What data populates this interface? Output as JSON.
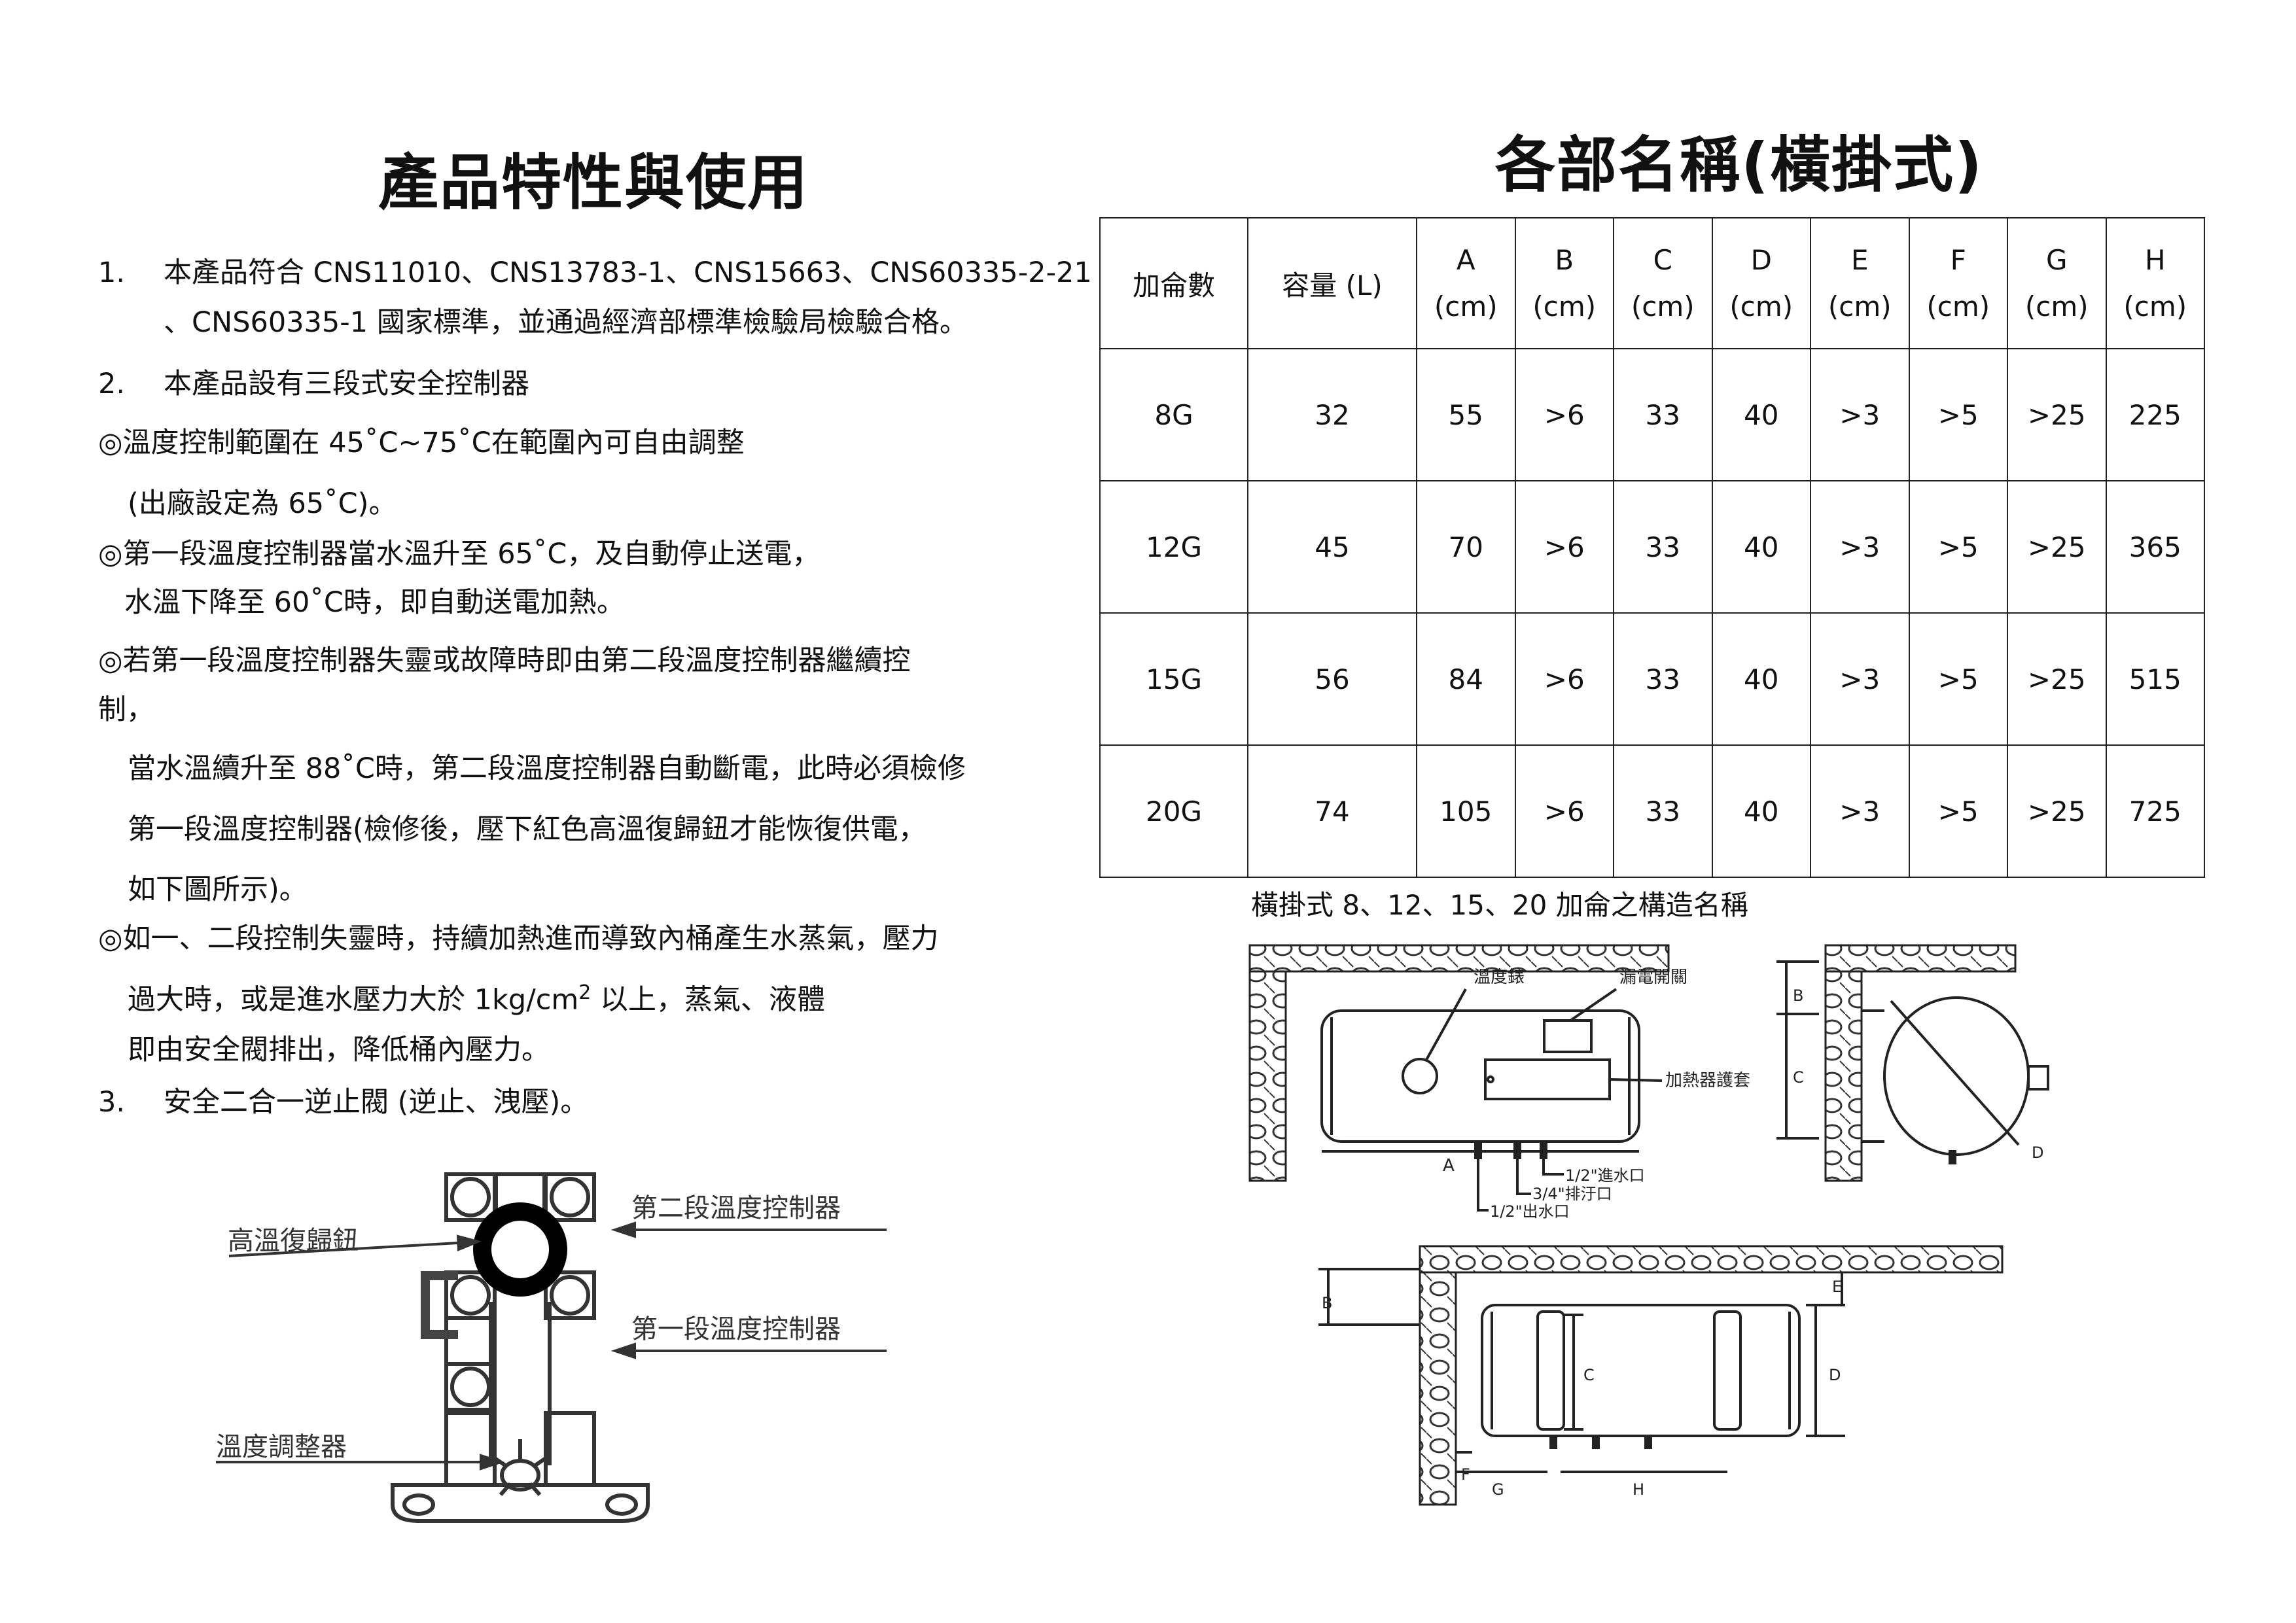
{
  "left": {
    "title": "產品特性與使用",
    "item1_num": "1.",
    "item1_line1": "本產品符合  CNS11010、CNS13783-1、CNS15663、CNS60335-2-21",
    "item1_line2": "、CNS60335-1  國家標準，並通過經濟部標準檢驗局檢驗合格。",
    "item2_num": "2.",
    "item2_line1": "本產品設有三段式安全控制器",
    "p1_line1": "◎溫度控制範圍在  45˚C~75˚C在範圍內可自由調整",
    "p1_line2": "(出廠設定為  65˚C)。",
    "p2_line1": "◎第一段溫度控制器當水溫升至  65˚C，及自動停止送電，",
    "p2_line2": "水溫下降至  60˚C時，即自動送電加熱。",
    "p3_line1": "◎若第一段溫度控制器失靈或故障時即由第二段溫度控制器繼續控",
    "p3_line2": "制，",
    "p3_line3": "當水溫續升至  88˚C時，第二段溫度控制器自動斷電，此時必須檢修",
    "p3_line4": "第一段溫度控制器(檢修後，壓下紅色高溫復歸鈕才能恢復供電，",
    "p3_line5": "如下圖所示)。",
    "p4_line1": "◎如一、二段控制失靈時，持續加熱進而導致內桶產生水蒸氣，壓力",
    "p4_line2a": "過大時，或是進水壓力大於  1kg/cm",
    "p4_sup": "2",
    "p4_line2b": " 以上，蒸氣、液體",
    "p4_line3": "即由安全閥排出，降低桶內壓力。",
    "item3_num": "3.",
    "item3_line1": "安全二合一逆止閥  (逆止、洩壓)。",
    "diagram": {
      "label_reset": "高溫復歸鈕",
      "label_second": "第二段溫度控制器",
      "label_first": "第一段溫度控制器",
      "label_adjust": "溫度調整器"
    }
  },
  "right": {
    "title": "各部名稱(橫掛式)",
    "table": {
      "header_model": "加侖數",
      "header_capacity": "容量  (L)",
      "cols": [
        {
          "letter": "A",
          "unit": "(cm)"
        },
        {
          "letter": "B",
          "unit": "(cm)"
        },
        {
          "letter": "C",
          "unit": "(cm)"
        },
        {
          "letter": "D",
          "unit": "(cm)"
        },
        {
          "letter": "E",
          "unit": "(cm)"
        },
        {
          "letter": "F",
          "unit": "(cm)"
        },
        {
          "letter": "G",
          "unit": "(cm)"
        },
        {
          "letter": "H",
          "unit": "(cm)"
        }
      ],
      "rows": [
        {
          "model": "8G",
          "capacity": "32",
          "values": [
            "55",
            ">6",
            "33",
            "40",
            ">3",
            ">5",
            ">25",
            "225"
          ]
        },
        {
          "model": "12G",
          "capacity": "45",
          "values": [
            "70",
            ">6",
            "33",
            "40",
            ">3",
            ">5",
            ">25",
            "365"
          ]
        },
        {
          "model": "15G",
          "capacity": "56",
          "values": [
            "84",
            ">6",
            "33",
            "40",
            ">3",
            ">5",
            ">25",
            "515"
          ]
        },
        {
          "model": "20G",
          "capacity": "74",
          "values": [
            "105",
            ">6",
            "33",
            "40",
            ">3",
            ">5",
            ">25",
            "725"
          ]
        }
      ]
    },
    "caption": "橫掛式  8、12、15、20  加侖之構造名稱",
    "diagram": {
      "label_thermometer": "溫度錶",
      "label_leakage": "漏電開關",
      "label_heater_cover": "加熱器護套",
      "label_inlet": "1/2\"進水口",
      "label_drain": "3/4\"排汙口",
      "label_outlet": "1/2\"出水口",
      "dim_a": "A",
      "dim_b": "B",
      "dim_c": "C",
      "dim_d": "D",
      "dim_e": "E",
      "dim_f": "F",
      "dim_g": "G",
      "dim_h": "H"
    }
  }
}
